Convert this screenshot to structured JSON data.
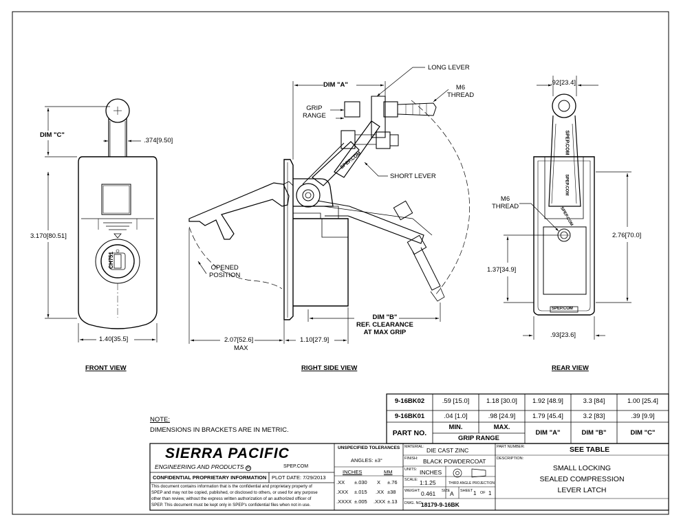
{
  "views": {
    "front": "FRONT VIEW",
    "side": "RIGHT SIDE VIEW",
    "rear": "REAR VIEW"
  },
  "front": {
    "dim_c": "DIM \"C\"",
    "d_374": ".374",
    "d_374m": "9.50",
    "d_3170": "3.170",
    "d_3170m": "80.51",
    "d_140": "1.40",
    "d_140m": "35.5",
    "lock_text": "CH751"
  },
  "side": {
    "dim_a": "DIM \"A\"",
    "grip_range": "GRIP\nRANGE",
    "long_lever": "LONG LEVER",
    "m6_thread": "M6\nTHREAD",
    "short_lever": "SHORT LEVER",
    "lever_text": "SPEP.COM",
    "opened": "OPENED\nPOSITION",
    "dim_b": "DIM \"B\"\nREF. CLEARANCE\nAT MAX GRIP",
    "d_207": "2.07",
    "d_207m": "52.6",
    "d_max": "MAX",
    "d_110": "1.10",
    "d_110m": "27.9"
  },
  "rear": {
    "d_92": ".92",
    "d_92m": "23.4",
    "m6_thread": "M6\nTHREAD",
    "d_276": "2.76",
    "d_276m": "70.0",
    "d_137": "1.37",
    "d_137m": "34.9",
    "d_93": ".93",
    "d_93m": "23.6",
    "lever_text1": "SPEP.COM",
    "lever_text2": "SPEP.COM",
    "lever_text3": "SPEP.COM",
    "base_text": "SPEP.COM"
  },
  "table": {
    "rows": [
      {
        "part": "9-16BK02",
        "min": ".59 [15.0]",
        "max": "1.18 [30.0]",
        "dim_a": "1.92 [48.9]",
        "dim_b": "3.3 [84]",
        "dim_c": "1.00 [25.4]"
      },
      {
        "part": "9-16BK01",
        "min": ".04 [1.0]",
        "max": ".98 [24.9]",
        "dim_a": "1.79 [45.4]",
        "dim_b": "3.2 [83]",
        "dim_c": ".39 [9.9]"
      }
    ],
    "h_part": "PART NO.",
    "h_min": "MIN.",
    "h_max": "MAX.",
    "h_grip": "GRIP RANGE",
    "h_dim_a": "DIM \"A\"",
    "h_dim_b": "DIM \"B\"",
    "h_dim_c": "DIM \"C\""
  },
  "note": {
    "title": "NOTE:",
    "text": "DIMENSIONS IN BRACKETS ARE IN METRIC."
  },
  "title_block": {
    "company": "SIERRA PACIFIC",
    "subtitle": "ENGINEERING AND PRODUCTS",
    "registered": "R",
    "website": "SPEP.COM",
    "confidential_title": "CONFIDENTIAL PROPRIETARY INFORMATION",
    "plot_date": "PLOT DATE: 7/29/2013",
    "confidential_text": [
      "This document contains information that is the confidential and proprietary property of",
      "SPEP and may not be copied, published, or disclosed to others, or used for any purpose",
      "other than review, without the express written authorization of an authorized officer of",
      "SPEP. This document must be kept only in SPEP's confidential files when not in use."
    ],
    "tol_title": "UNSPECIFIED TOLERANCES",
    "angles": "ANGLES: ±3°",
    "inches": "INCHES",
    "mm": "MM",
    "tol_rows": [
      {
        "a": ".XX",
        "b": "±.030",
        "c": "X",
        "d": "±.76"
      },
      {
        "a": ".XXX",
        "b": "±.015",
        "c": ".XX",
        "d": "±38"
      },
      {
        "a": ".XXXX",
        "b": "±.005",
        "c": ".XXX",
        "d": "±.13"
      }
    ],
    "material_label": "MATERIAL:",
    "material": "DIE CAST ZINC",
    "finish_label": "FINISH:",
    "finish": "BLACK POWDERCOAT",
    "units_label": "UNITS:",
    "units": "INCHES",
    "scale_label": "SCALE:",
    "scale": "1:1.25",
    "projection": "THIRD ANGLE PROJECTION",
    "weight_label": "WEIGHT:",
    "weight": "0.461",
    "size_label": "SIZE",
    "size": "A",
    "sheet_label": "SHEET",
    "sheet": "1",
    "of_label": "OF",
    "of": "1",
    "dwg_label": "DWG. NO.",
    "dwg": "18179-9-16BK",
    "part_label": "PART NUMBER:",
    "part": "SEE TABLE",
    "desc_label": "DESCRIPTION:",
    "desc1": "SMALL LOCKING",
    "desc2": "SEALED COMPRESSION",
    "desc3": "LEVER LATCH"
  }
}
